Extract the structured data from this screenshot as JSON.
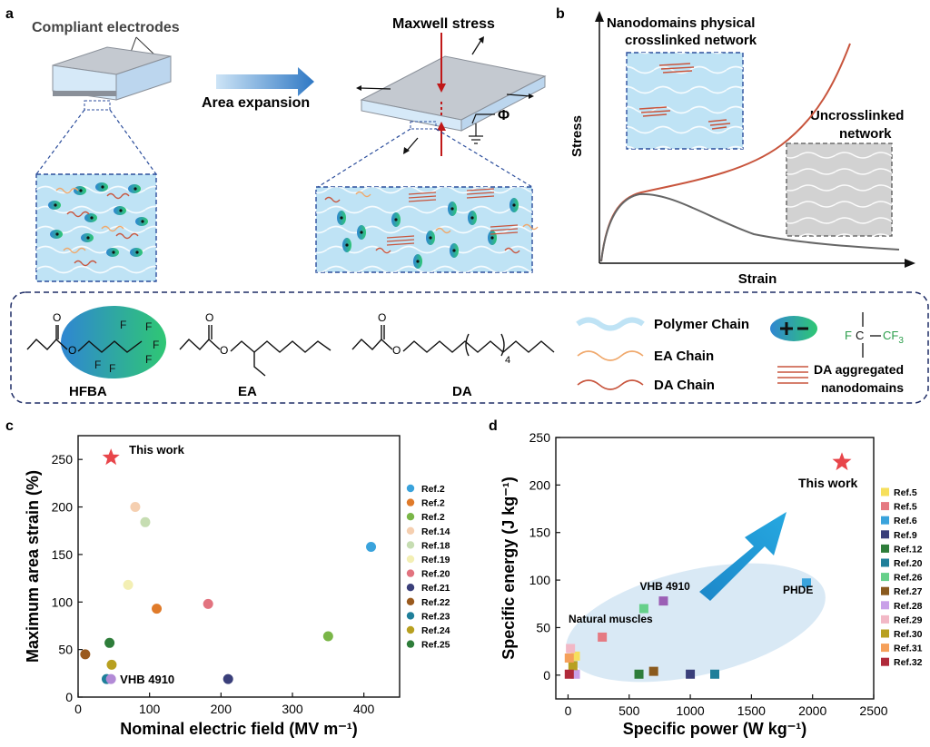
{
  "panel_a": {
    "label": "a",
    "compliant_electrodes": "Compliant electrodes",
    "area_expansion": "Area expansion",
    "maxwell_stress": "Maxwell stress",
    "phi": "Φ"
  },
  "panel_b": {
    "label": "b",
    "ylabel": "Stress",
    "xlabel": "Strain",
    "label_crosslinked_line1": "Nanodomains physical",
    "label_crosslinked_line2": "crosslinked network",
    "label_uncross_line1": "Uncrosslinked",
    "label_uncross_line2": "network",
    "color_crosslinked": "#c8553d",
    "color_uncrosslinked": "#666666"
  },
  "legend_box": {
    "molecules": [
      "HFBA",
      "EA",
      "DA"
    ],
    "da_subscript": "4",
    "polymer_chain": "Polymer Chain",
    "ea_chain": "EA Chain",
    "da_chain": "DA Chain",
    "da_aggregated_line1": "DA aggregated",
    "da_aggregated_line2": "nanodomains",
    "fluoro_f": "F",
    "fluoro_c": "C",
    "fluoro_cf3": "CF",
    "fluoro_sub3": "3",
    "hfba_f": "F"
  },
  "chart_data": [
    {
      "panel": "c",
      "type": "scatter",
      "xlabel": "Nominal electric field (MV m⁻¹)",
      "ylabel": "Maximum area strain (%)",
      "xlim": [
        0,
        450
      ],
      "ylim": [
        0,
        275
      ],
      "xticks": [
        0,
        100,
        200,
        300,
        400
      ],
      "yticks": [
        0,
        50,
        100,
        150,
        200,
        250
      ],
      "legend_position": "right",
      "series": [
        {
          "name": "Ref.2",
          "color": "#3aa3dc",
          "points": [
            [
              410,
              158
            ]
          ]
        },
        {
          "name": "Ref.2",
          "color": "#e07b2a",
          "points": [
            [
              110,
              93
            ]
          ]
        },
        {
          "name": "Ref.2",
          "color": "#7ab648",
          "points": [
            [
              350,
              64
            ]
          ]
        },
        {
          "name": "Ref.14",
          "color": "#f5cfb0",
          "points": [
            [
              80,
              200
            ]
          ]
        },
        {
          "name": "Ref.18",
          "color": "#c6ddb2",
          "points": [
            [
              94,
              184
            ]
          ]
        },
        {
          "name": "Ref.19",
          "color": "#f3efb4",
          "points": [
            [
              70,
              118
            ]
          ]
        },
        {
          "name": "Ref.20",
          "color": "#e2737f",
          "points": [
            [
              182,
              98
            ]
          ]
        },
        {
          "name": "Ref.21",
          "color": "#3a3f7a",
          "points": [
            [
              210,
              19
            ]
          ]
        },
        {
          "name": "Ref.22",
          "color": "#9a5a1e",
          "points": [
            [
              10,
              45
            ]
          ]
        },
        {
          "name": "Ref.23",
          "color": "#1f7f9a",
          "points": [
            [
              40,
              19
            ]
          ]
        },
        {
          "name": "Ref.24",
          "color": "#b8a020",
          "points": [
            [
              47,
              34
            ]
          ]
        },
        {
          "name": "Ref.25",
          "color": "#2e7d3a",
          "points": [
            [
              44,
              57
            ]
          ]
        }
      ],
      "extra_points": [
        {
          "label": "VHB 4910",
          "x": 46,
          "y": 19,
          "color": "#b28ad6",
          "marker": "circle"
        }
      ],
      "highlight": {
        "label": "This work",
        "x": 46,
        "y": 252,
        "color": "#e8454a",
        "marker": "star"
      }
    },
    {
      "panel": "d",
      "type": "scatter",
      "xlabel": "Specific power (W kg⁻¹)",
      "ylabel": "Specific energy (J kg⁻¹)",
      "xlim": [
        -100,
        2500
      ],
      "ylim": [
        -25,
        250
      ],
      "xticks": [
        0,
        500,
        1000,
        1500,
        2000,
        2500
      ],
      "yticks": [
        0,
        50,
        100,
        150,
        200,
        250
      ],
      "legend_position": "right",
      "series": [
        {
          "name": "Ref.5",
          "color": "#f6df5c",
          "points": [
            [
              60,
              20
            ]
          ]
        },
        {
          "name": "Ref.5",
          "color": "#e57a82",
          "points": [
            [
              280,
              40
            ]
          ]
        },
        {
          "name": "Ref.6",
          "color": "#3aa3dc",
          "points": [
            [
              1950,
              97
            ]
          ]
        },
        {
          "name": "Ref.9",
          "color": "#3a3f7a",
          "points": [
            [
              1000,
              1
            ]
          ]
        },
        {
          "name": "Ref.12",
          "color": "#2e7d3a",
          "points": [
            [
              580,
              1
            ]
          ]
        },
        {
          "name": "Ref.20",
          "color": "#1f7f9a",
          "points": [
            [
              1200,
              1
            ]
          ]
        },
        {
          "name": "Ref.26",
          "color": "#66d08a",
          "points": [
            [
              620,
              70
            ]
          ]
        },
        {
          "name": "Ref.27",
          "color": "#8a5a1e",
          "points": [
            [
              700,
              4
            ]
          ]
        },
        {
          "name": "Ref.28",
          "color": "#c9a0e8",
          "points": [
            [
              60,
              1
            ]
          ]
        },
        {
          "name": "Ref.29",
          "color": "#f2b8c6",
          "points": [
            [
              20,
              28
            ]
          ]
        },
        {
          "name": "Ref.30",
          "color": "#b8a020",
          "points": [
            [
              40,
              10
            ]
          ]
        },
        {
          "name": "Ref.31",
          "color": "#f5a05a",
          "points": [
            [
              10,
              18
            ]
          ]
        },
        {
          "name": "Ref.32",
          "color": "#b02a3a",
          "points": [
            [
              10,
              1
            ]
          ]
        }
      ],
      "extra_points": [
        {
          "label": "VHB 4910",
          "x": 780,
          "y": 78,
          "color": "#9b5fb5",
          "marker": "square"
        }
      ],
      "annotations": [
        "Natural muscles",
        "PHDE"
      ],
      "highlight": {
        "label": "This work",
        "x": 2240,
        "y": 224,
        "color": "#e8454a",
        "marker": "star"
      }
    }
  ]
}
